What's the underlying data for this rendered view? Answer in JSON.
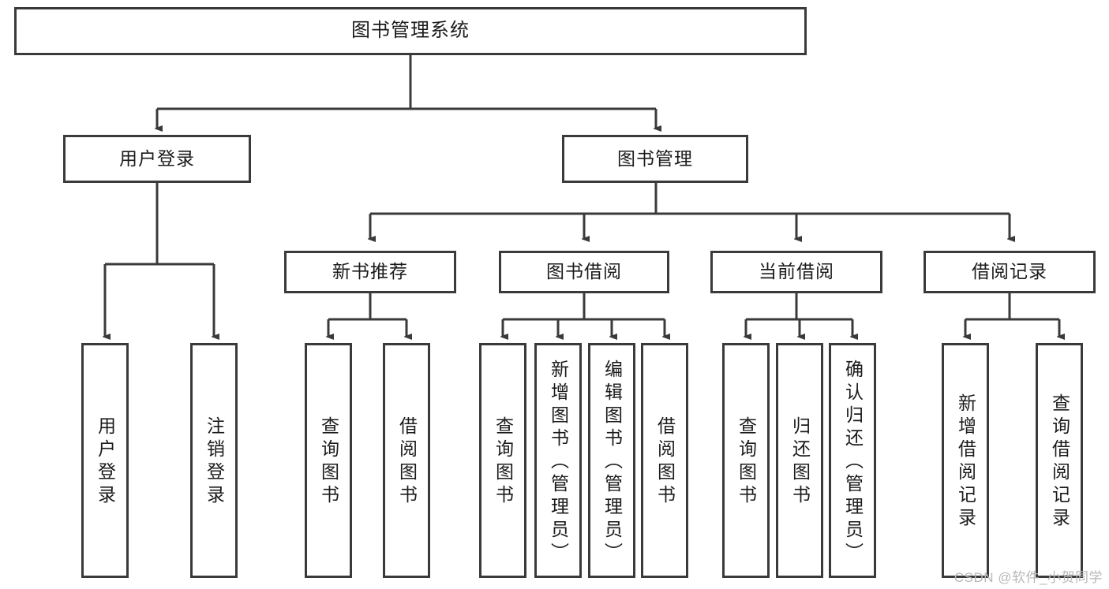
{
  "diagram": {
    "title": "图书管理系统",
    "root": {
      "label": "图书管理系统"
    },
    "level2": [
      {
        "label": "用户登录"
      },
      {
        "label": "图书管理"
      }
    ],
    "level3": [
      {
        "label": "新书推荐"
      },
      {
        "label": "图书借阅"
      },
      {
        "label": "当前借阅"
      },
      {
        "label": "借阅记录"
      }
    ],
    "leaves": {
      "user_login": [
        {
          "label": "用户登录"
        },
        {
          "label": "注销登录"
        }
      ],
      "new_book_recommend": [
        {
          "label": "查询图书"
        },
        {
          "label": "借阅图书"
        }
      ],
      "book_borrow": [
        {
          "label": "查询图书"
        },
        {
          "label": "新增图书（管理员）"
        },
        {
          "label": "编辑图书（管理员）"
        },
        {
          "label": "借阅图书"
        }
      ],
      "current_borrow": [
        {
          "label": "查询图书"
        },
        {
          "label": "归还图书"
        },
        {
          "label": "确认归还（管理员）"
        }
      ],
      "borrow_record": [
        {
          "label": "新增借阅记录"
        },
        {
          "label": "查询借阅记录"
        }
      ]
    }
  },
  "watermark": {
    "text": "CSDN @软件_小贺同学"
  },
  "colors": {
    "stroke": "#3a3a3a",
    "text": "#1b1b1b",
    "background": "#ffffff",
    "watermark": "#b8b8b8"
  }
}
